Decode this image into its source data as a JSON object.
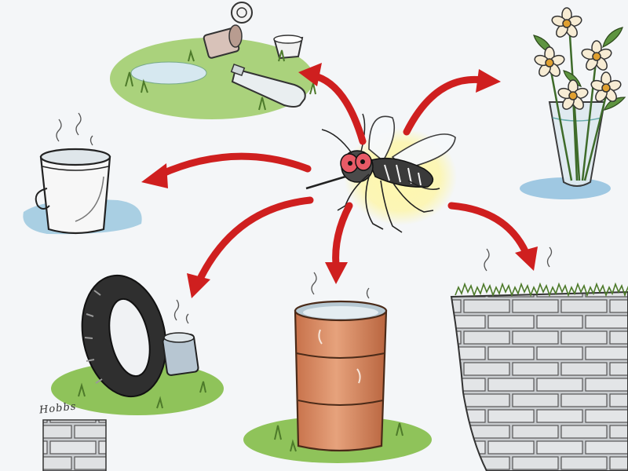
{
  "illustration": {
    "subject": "mosquito",
    "signature": "Hobbs",
    "breeding_sites": [
      {
        "id": "litter",
        "icon": "discarded-cans-and-bottle-icon"
      },
      {
        "id": "flower-vase",
        "icon": "flower-vase-icon"
      },
      {
        "id": "bucket",
        "icon": "bucket-icon"
      },
      {
        "id": "tyre",
        "icon": "old-tyre-icon"
      },
      {
        "id": "barrel",
        "icon": "oil-barrel-icon"
      },
      {
        "id": "wall",
        "icon": "brick-wall-icon"
      }
    ]
  },
  "colors": {
    "background": "#f4f6f8",
    "arrow": "#cf1f1f",
    "grass": "#8fc35a",
    "water": "#a9cfe3",
    "barrel": "#d98a5f",
    "brick": "#d7d9db",
    "glow": "#fff59a"
  }
}
